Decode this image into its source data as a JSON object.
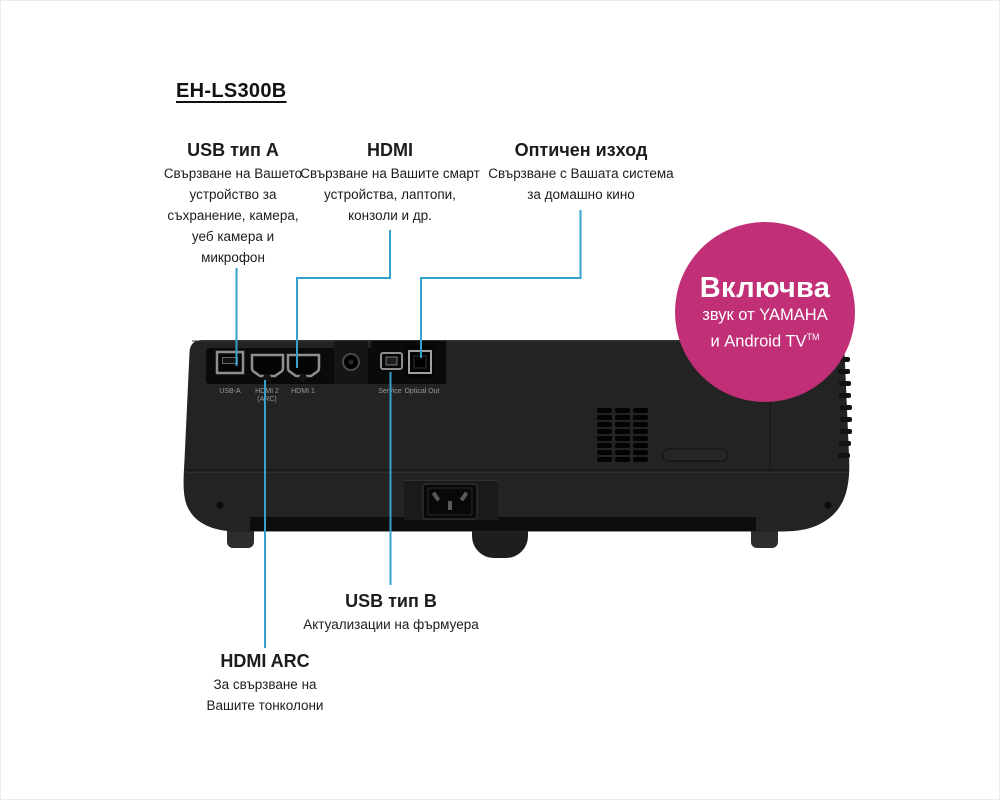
{
  "page": {
    "title": "EH-LS300B"
  },
  "colors": {
    "badge_pink": "#C13077",
    "callout_line_blue": "#36A0CE",
    "projector_body": "#232323",
    "background": "#FFFFFF"
  },
  "callouts": {
    "usb_a": {
      "heading": "USB тип A",
      "description": "Свързване на Вашето\nустройство за\nсъхранение, камера,\nуеб камера и\nмикрофон"
    },
    "hdmi": {
      "heading": "HDMI",
      "description": "Свързване на Вашите смарт\nустройства, лаптопи,\nконзоли и др."
    },
    "optical_out": {
      "heading": "Оптичен изход",
      "description": "Свързване с Вашата система\nза домашно кино"
    },
    "usb_b": {
      "heading": "USB тип B",
      "description": "Актуализации на фърмуера"
    },
    "hdmi_arc": {
      "heading": "HDMI ARC",
      "description": "За свързване на\nВашите тонколони"
    }
  },
  "badge": {
    "title": "Включва",
    "line2": "звук от YAMAHA",
    "line3": "и Android TV",
    "trademark": "TM"
  },
  "port_labels": {
    "usb_a": "USB-A",
    "hdmi2": "HDMI 2",
    "hdmi2_sub": "(ARC)",
    "hdmi1": "HDMI 1",
    "service": "Service",
    "optical_out": "Optical Out"
  }
}
